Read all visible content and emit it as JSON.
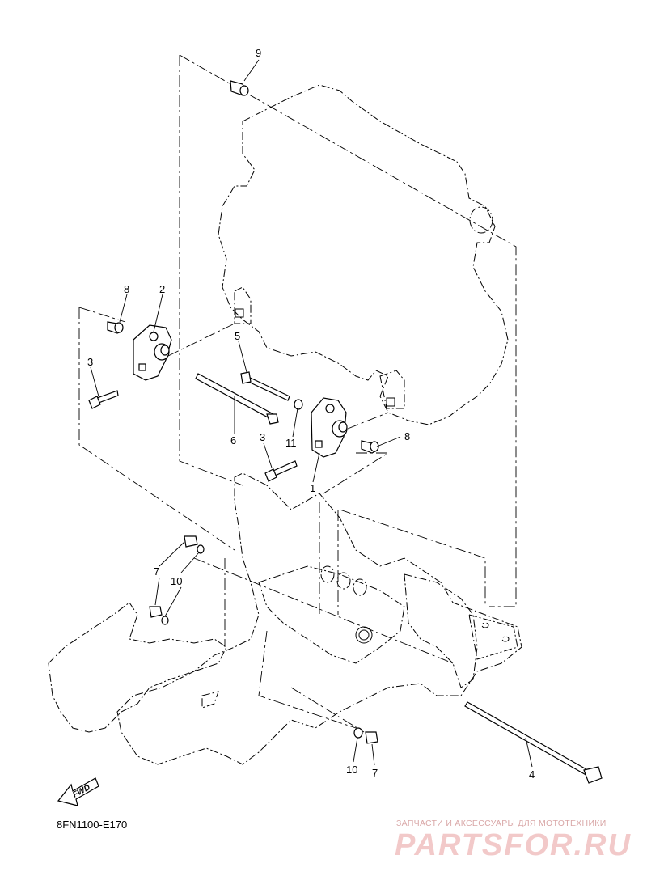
{
  "diagram": {
    "code": "8FN1100-E170",
    "fwd_label": "FWD",
    "callouts": [
      {
        "id": "c1",
        "label": "1"
      },
      {
        "id": "c2",
        "label": "2"
      },
      {
        "id": "c3a",
        "label": "3"
      },
      {
        "id": "c3b",
        "label": "3"
      },
      {
        "id": "c4",
        "label": "4"
      },
      {
        "id": "c5",
        "label": "5"
      },
      {
        "id": "c6",
        "label": "6"
      },
      {
        "id": "c7a",
        "label": "7"
      },
      {
        "id": "c7b",
        "label": "7"
      },
      {
        "id": "c8a",
        "label": "8"
      },
      {
        "id": "c8b",
        "label": "8"
      },
      {
        "id": "c9",
        "label": "9"
      },
      {
        "id": "c10a",
        "label": "10"
      },
      {
        "id": "c10b",
        "label": "10"
      },
      {
        "id": "c11",
        "label": "11"
      }
    ]
  },
  "watermark": {
    "tagline": "ЗАПЧАСТИ И АКСЕССУАРЫ ДЛЯ МОТОТЕХНИКИ",
    "logo": "PARTSFOR.RU"
  }
}
